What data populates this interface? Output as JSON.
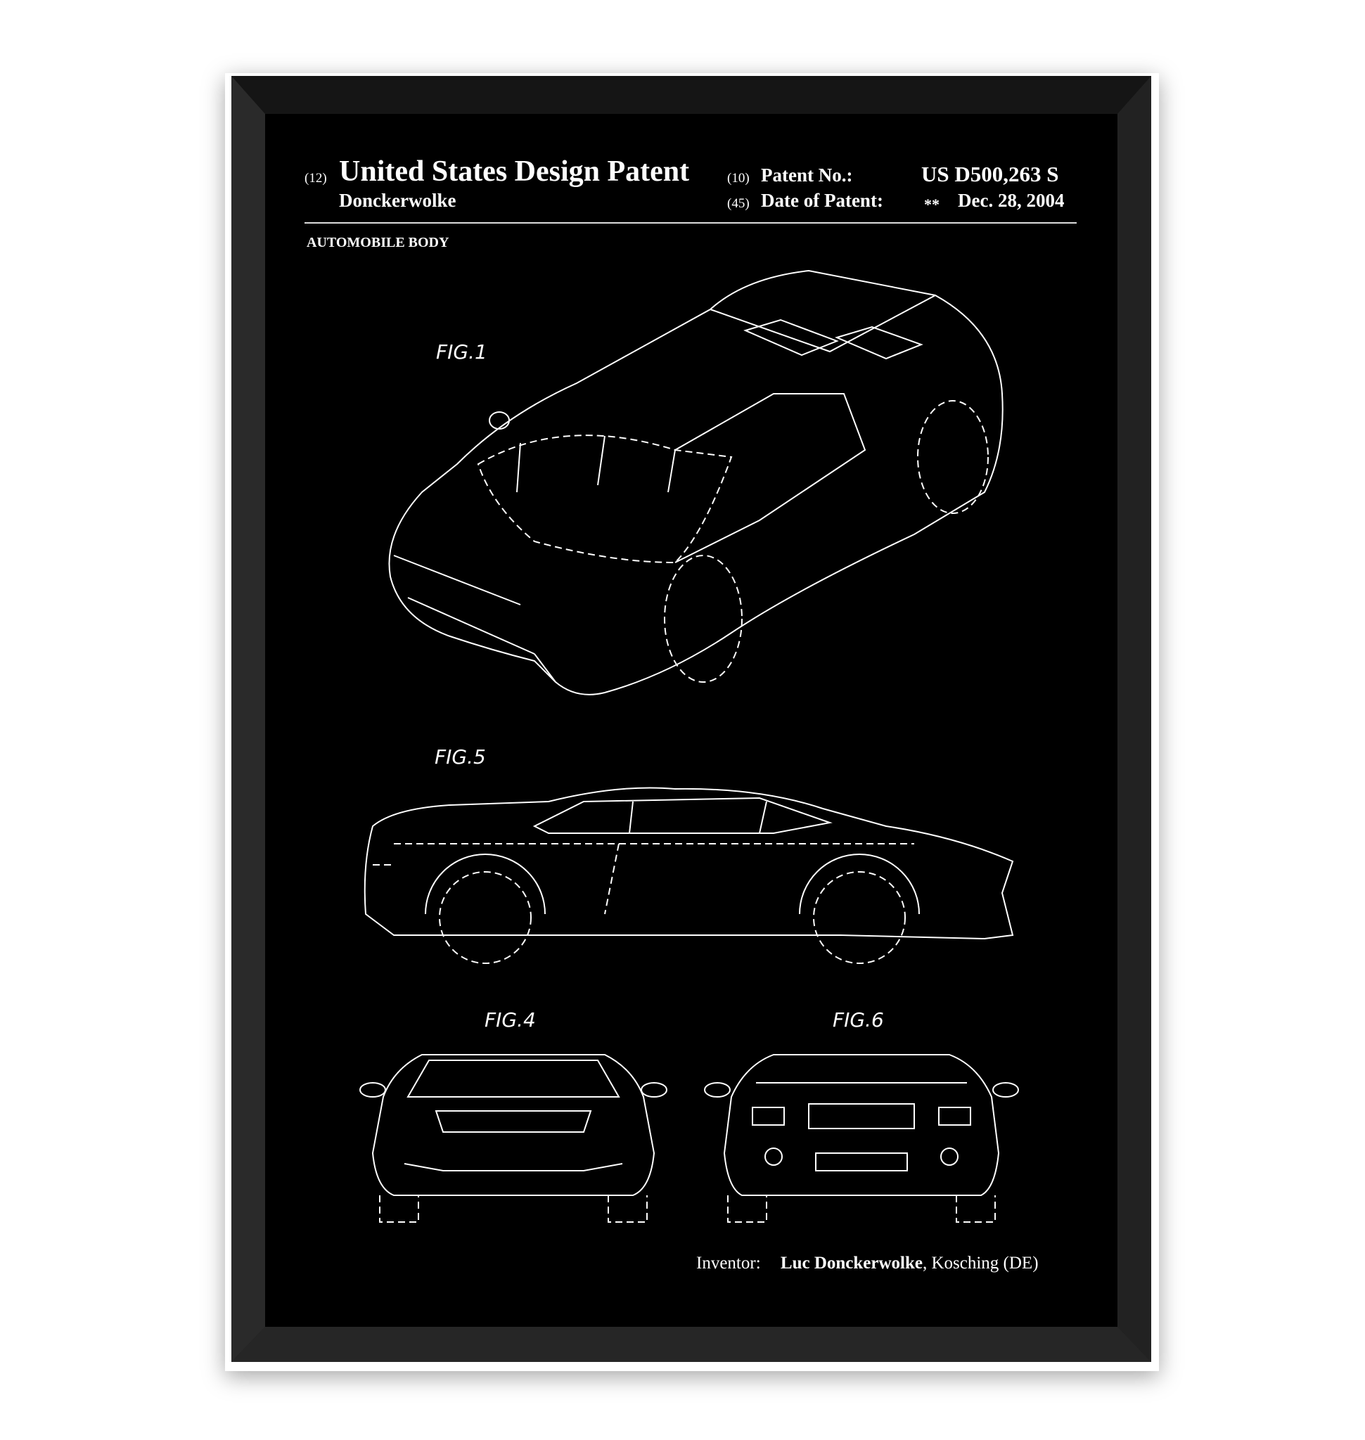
{
  "patent": {
    "title_code": "(12)",
    "title": "United States Design Patent",
    "inventor_surname": "Donckerwolke",
    "number_code": "(10)",
    "number_label": "Patent No.:",
    "number": "US D500,263 S",
    "date_code": "(45)",
    "date_label": "Date of Patent:",
    "date_marker": "**",
    "date": "Dec. 28, 2004",
    "subject": "AUTOMOBILE BODY"
  },
  "figures": {
    "fig1": "FIG.1",
    "fig5": "FIG.5",
    "fig4": "FIG.4",
    "fig6": "FIG.6"
  },
  "inventor": {
    "label": "Inventor:",
    "name": "Luc Donckerwolke",
    "location": ", Kosching (DE)"
  }
}
